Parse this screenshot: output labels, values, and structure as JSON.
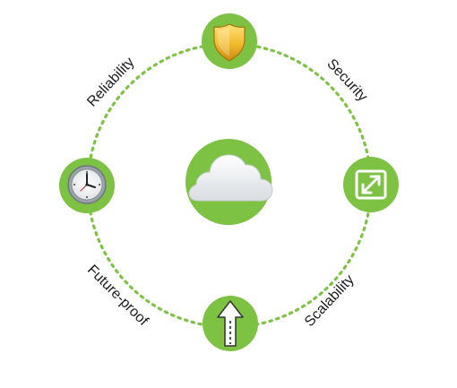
{
  "diagram": {
    "colors": {
      "green": "#7dc242",
      "dots": "#7dc242",
      "text": "#1a1a1a",
      "gold": "#e6b12a",
      "white": "#ffffff"
    },
    "center": {
      "icon": "cloud-icon"
    },
    "nodes": [
      {
        "id": "top",
        "icon": "shield-icon"
      },
      {
        "id": "right",
        "icon": "expand-arrows-icon"
      },
      {
        "id": "bottom",
        "icon": "road-arrow-icon"
      },
      {
        "id": "left",
        "icon": "clock-icon"
      }
    ],
    "labels": {
      "reliability": "Reliability",
      "security": "Security",
      "scalability": "Scalability",
      "future_proof": "Future-proof"
    }
  }
}
